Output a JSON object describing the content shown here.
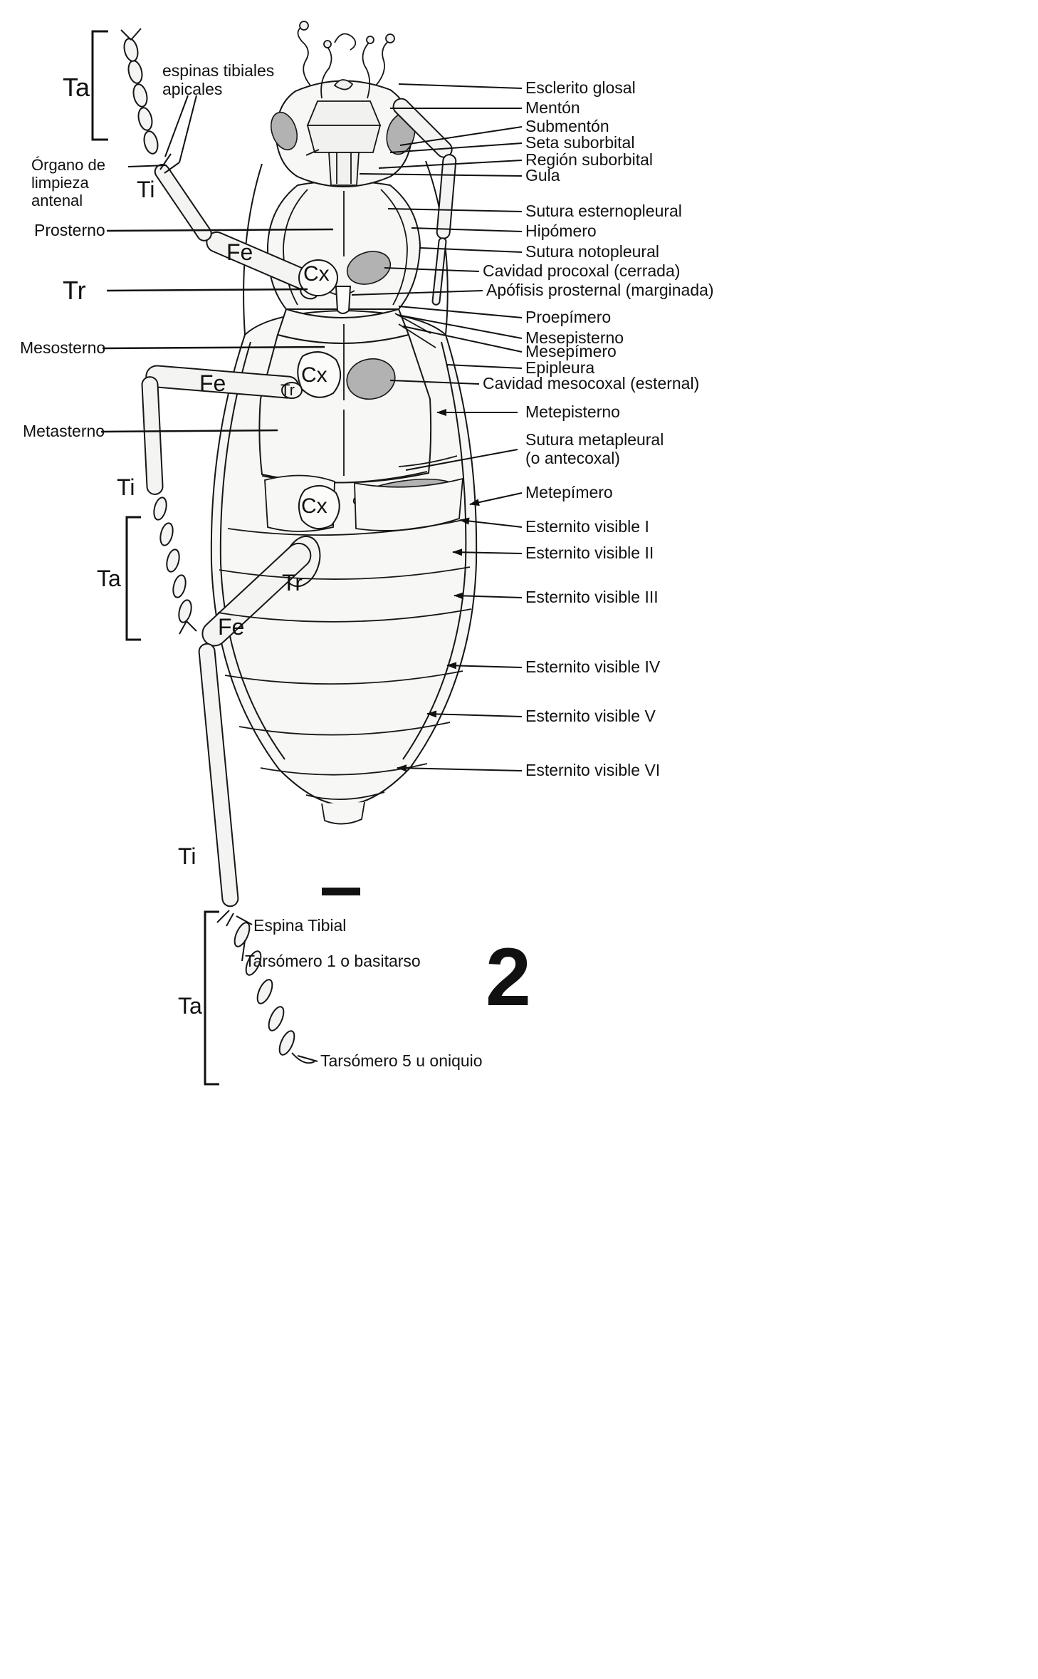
{
  "figure": {
    "number": "2"
  },
  "colors": {
    "line": "#161616",
    "shade": "#b2b2b2",
    "text": "#111111"
  },
  "labels": {
    "ta": "Ta",
    "ti": "Ti",
    "tr": "Tr",
    "fe": "Fe",
    "cx": "Cx",
    "espinas_tibiales": "espinas tibiales apicales",
    "organo_limpieza": "Órgano de limpieza antenal",
    "prosterno": "Prosterno",
    "mesosterno": "Mesosterno",
    "metasterno": "Metasterno",
    "espina_tibial": "Espina Tibial",
    "tarsomero_1": "Tarsómero 1 o basitarso",
    "tarsomero_5": "Tarsómero 5 u oniquio"
  },
  "right_labels": [
    "Esclerito glosal",
    "Mentón",
    "Submentón",
    "Seta suborbital",
    "Región suborbital",
    "Gula",
    "Sutura esternopleural",
    "Hipómero",
    "Sutura notopleural",
    "Cavidad procoxal (cerrada)",
    "Apófisis prosternal (marginada)",
    "Proepímero",
    "Mesepisterno",
    "Mesepímero",
    "Epipleura",
    "Cavidad mesocoxal (esternal)",
    "Metepisterno",
    "Sutura metapleural (o antecoxal)",
    "Metepímero",
    "Esternito visible I",
    "Esternito visible II",
    "Esternito visible III",
    "Esternito visible IV",
    "Esternito visible V",
    "Esternito visible VI"
  ]
}
